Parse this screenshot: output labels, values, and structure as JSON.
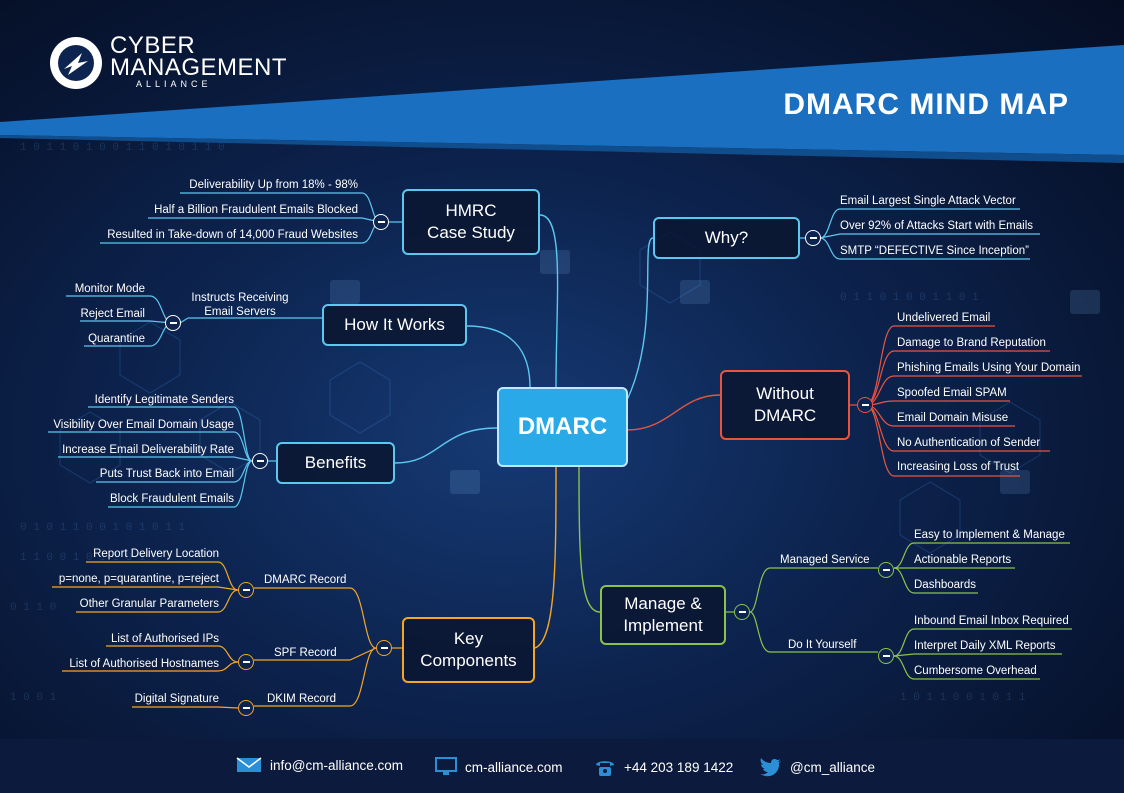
{
  "brand": {
    "line1": "CYBER",
    "line2": "MANAGEMENT",
    "line3": "ALLIANCE"
  },
  "title": "DMARC MIND MAP",
  "center": "DMARC",
  "hmrc": {
    "title_line1": "HMRC",
    "title_line2": "Case Study",
    "items": [
      "Deliverability Up from 18% - 98%",
      "Half a Billion Fraudulent Emails Blocked",
      "Resulted in Take-down of 14,000 Fraud Websites"
    ]
  },
  "how": {
    "title": "How It Works",
    "sub_line1": "Instructs Receiving",
    "sub_line2": "Email Servers",
    "items": [
      "Monitor Mode",
      "Reject Email",
      "Quarantine"
    ]
  },
  "benefits": {
    "title": "Benefits",
    "items": [
      "Identify Legitimate Senders",
      "Visibility Over Email Domain Usage",
      "Increase Email Deliverability Rate",
      "Puts Trust Back into Email",
      "Block Fraudulent Emails"
    ]
  },
  "key": {
    "title_line1": "Key",
    "title_line2": "Components",
    "dmarc_record": "DMARC Record",
    "dmarc_items": [
      "Report Delivery Location",
      "p=none, p=quarantine, p=reject",
      "Other Granular Parameters"
    ],
    "spf_record": "SPF Record",
    "spf_items": [
      "List of Authorised IPs",
      "List of Authorised Hostnames"
    ],
    "dkim_record": "DKIM Record",
    "dkim_items": [
      "Digital Signature"
    ]
  },
  "why": {
    "title": "Why?",
    "items": [
      "Email Largest Single Attack Vector",
      "Over 92% of Attacks Start with Emails",
      "SMTP “DEFECTIVE Since Inception”"
    ]
  },
  "without": {
    "title_line1": "Without",
    "title_line2": "DMARC",
    "items": [
      "Undelivered Email",
      "Damage to Brand Reputation",
      "Phishing Emails Using Your Domain",
      "Spoofed Email SPAM",
      "Email Domain Misuse",
      "No Authentication of Sender",
      "Increasing Loss of Trust"
    ]
  },
  "manage": {
    "title_line1": "Manage &",
    "title_line2": "Implement",
    "managed_service": "Managed Service",
    "ms_items": [
      "Easy to Implement & Manage",
      "Actionable Reports",
      "Dashboards"
    ],
    "diy": "Do It Yourself",
    "diy_items": [
      "Inbound Email Inbox Required",
      "Interpret Daily XML Reports",
      "Cumbersome Overhead"
    ]
  },
  "footer": {
    "email": "info@cm-alliance.com",
    "web": "cm-alliance.com",
    "phone": "+44 203 189 1422",
    "twitter": "@cm_alliance"
  },
  "colors": {
    "center": "#29a9e8",
    "cyan": "#5cc8f0",
    "orange": "#f5a623",
    "red": "#e8553f",
    "green": "#8bc34a",
    "banner": "#1b6fc0"
  }
}
